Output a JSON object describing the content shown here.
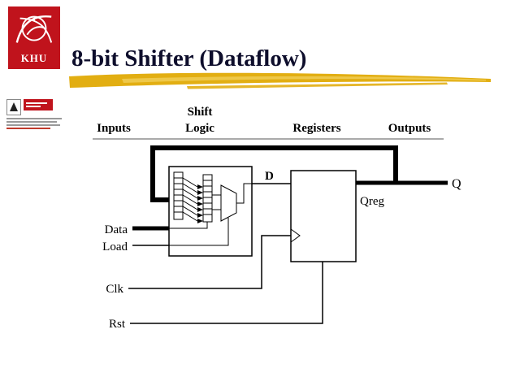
{
  "slide": {
    "title": "8-bit Shifter (Dataflow)",
    "logo": {
      "text": "KHU"
    }
  },
  "diagram": {
    "headers": {
      "inputs": "Inputs",
      "shift": "Shift",
      "logic": "Logic",
      "registers": "Registers",
      "outputs": "Outputs"
    },
    "signals": {
      "d": "D",
      "qreg": "Qreg",
      "q": "Q",
      "data": "Data",
      "load": "Load",
      "clk": "Clk",
      "rst": "Rst"
    }
  },
  "colors": {
    "logo_red": "#C0131C",
    "swoosh_gold": "#E2AE12",
    "swoosh_light": "#F0CC55",
    "title_text": "#0E0E2C",
    "line": "#000000"
  }
}
